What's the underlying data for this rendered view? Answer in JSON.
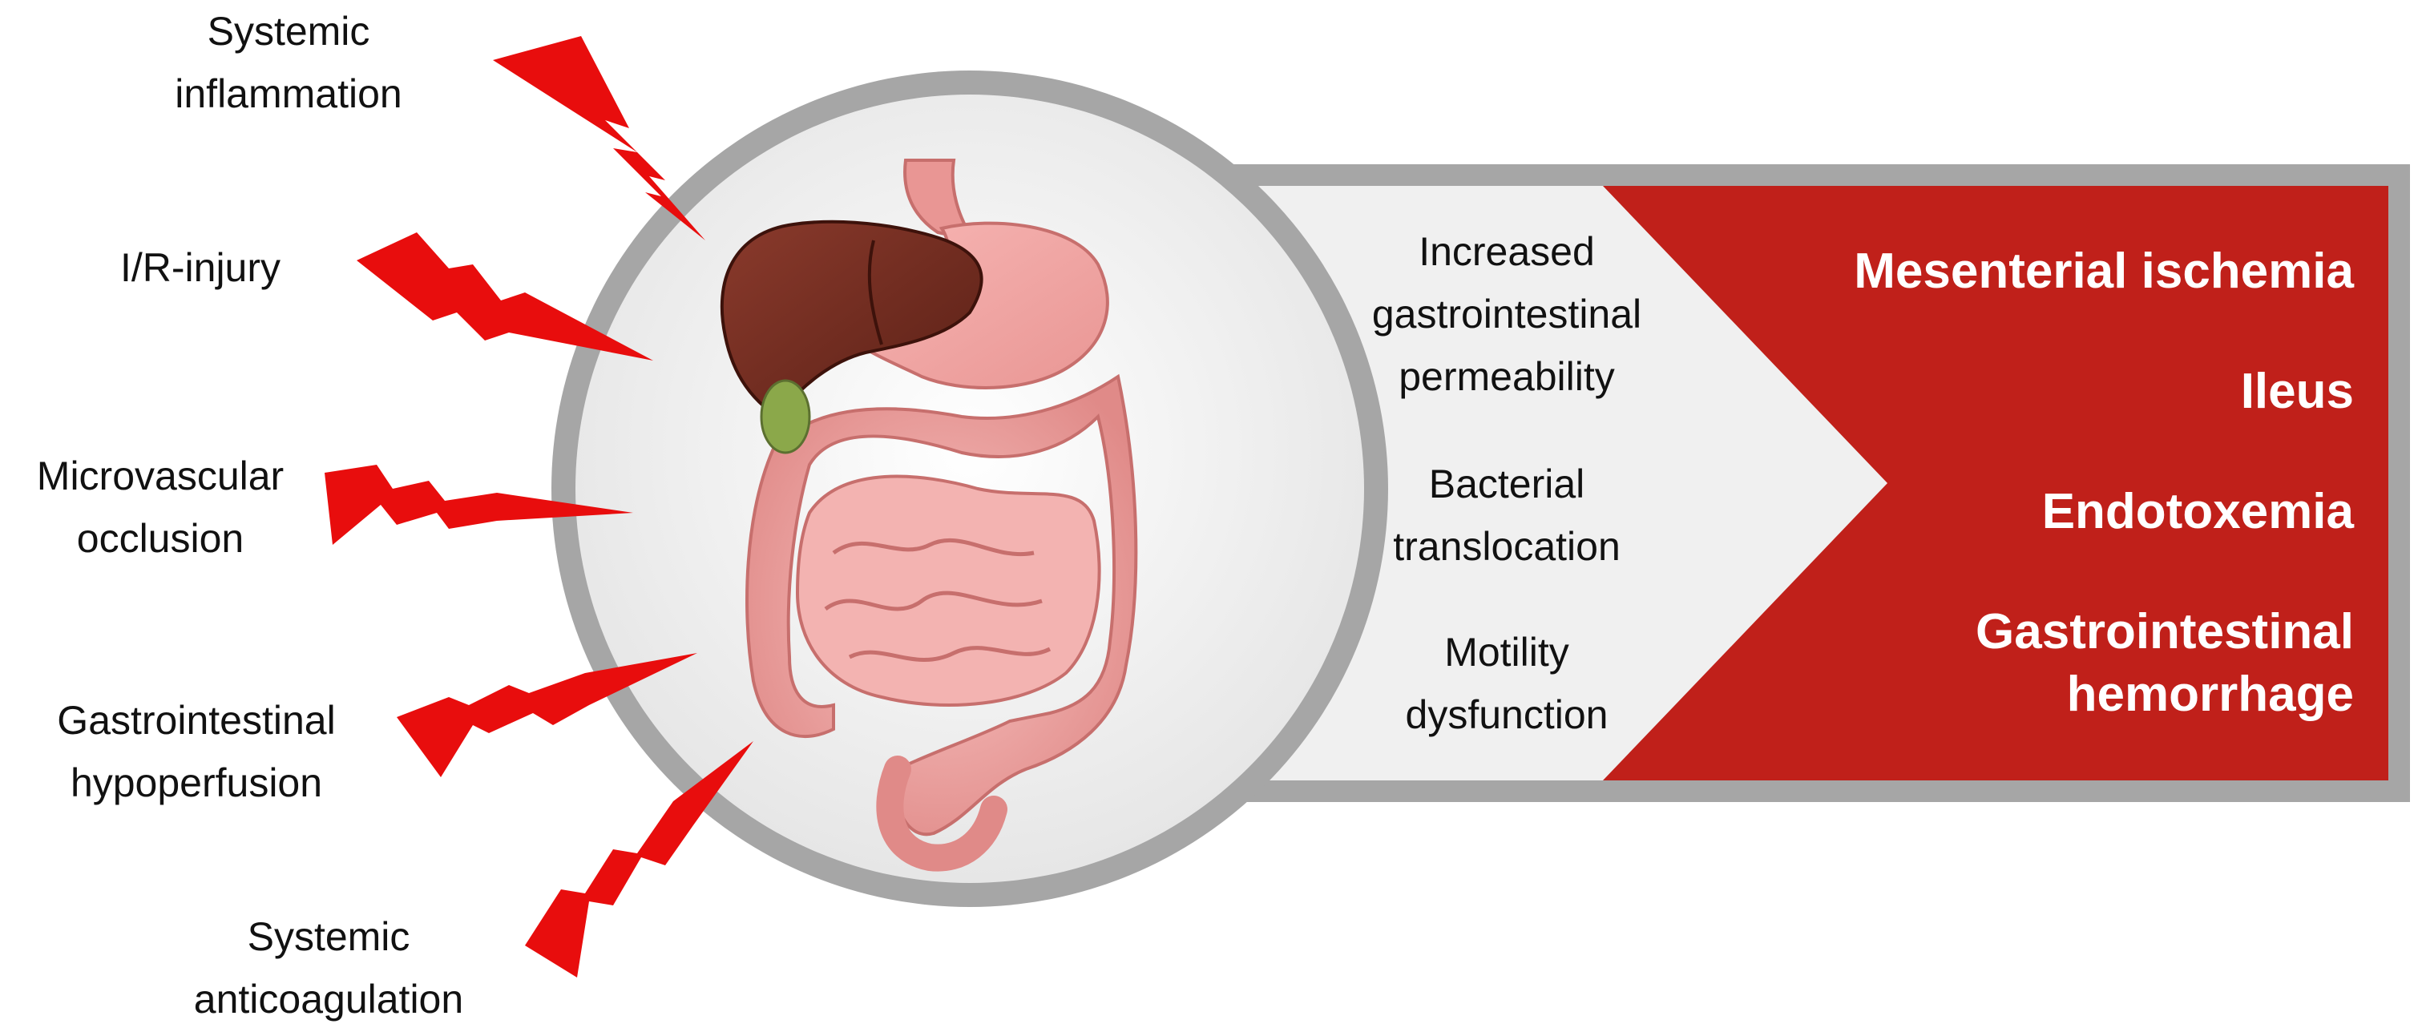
{
  "causes": [
    {
      "lines": [
        "Systemic",
        "inflammation"
      ]
    },
    {
      "lines": [
        "I/R-injury"
      ]
    },
    {
      "lines": [
        "Microvascular",
        "occlusion"
      ]
    },
    {
      "lines": [
        "Gastrointestinal",
        "hypoperfusion"
      ]
    },
    {
      "lines": [
        "Systemic",
        "anticoagulation"
      ]
    }
  ],
  "effects": [
    {
      "lines": [
        "Increased",
        "gastrointestinal",
        "permeability"
      ]
    },
    {
      "lines": [
        "Bacterial",
        "translocation"
      ]
    },
    {
      "lines": [
        "Motility",
        "dysfunction"
      ]
    }
  ],
  "outcomes": [
    {
      "lines": [
        "Mesenterial ischemia"
      ]
    },
    {
      "lines": [
        "Ileus"
      ]
    },
    {
      "lines": [
        "Endotoxemia"
      ]
    },
    {
      "lines": [
        "Gastrointestinal",
        "hemorrhage"
      ]
    }
  ],
  "colors": {
    "accent_red": "#c0201a",
    "bolt_red": "#e80d0d",
    "frame_gray": "#a6a6a6",
    "panel_light": "#f0f0f0"
  },
  "icons": {
    "organ_illustration": "gastrointestinal-organs-illustration",
    "bolt": "lightning-bolt-icon"
  }
}
